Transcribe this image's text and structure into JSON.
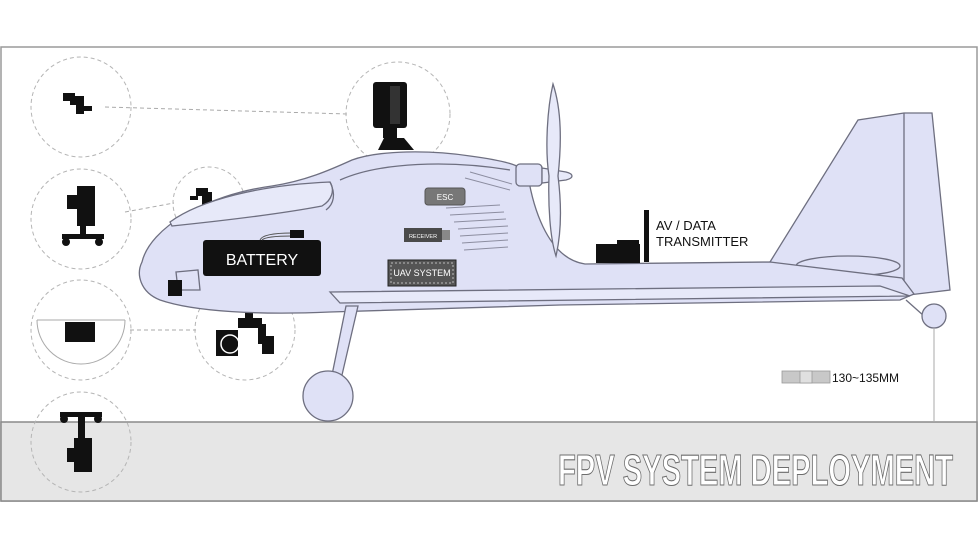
{
  "diagram": {
    "title": "FPV SYSTEM DEPLOYMENT",
    "labels": {
      "battery": "BATTERY",
      "esc": "ESC",
      "receiver": "RECEIVER",
      "uav_system": "UAV SYSTEM",
      "transmitter_line1": "AV / DATA",
      "transmitter_line2": "TRANSMITTER",
      "size_range": "130~135MM"
    },
    "colors": {
      "fuselage": "#dfe1f6",
      "outline": "#6e6f80",
      "ground": "#e6e6e6",
      "border": "#9a9a9a",
      "component": "#111111",
      "title_text": "#ffffff"
    },
    "options": {
      "mounts": [
        "pan-tilt-camera-icon",
        "vertical-camera-mount-icon",
        "dome-camera-icon",
        "hanging-camera-mount-icon"
      ]
    }
  }
}
